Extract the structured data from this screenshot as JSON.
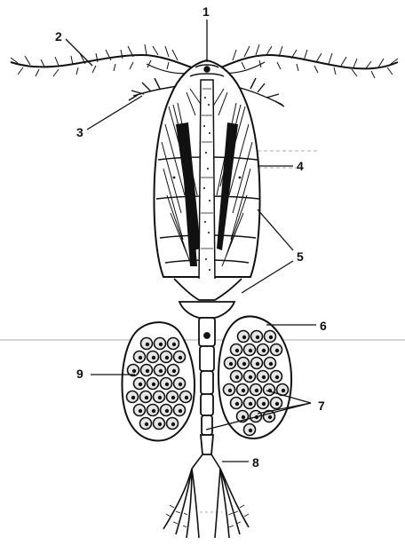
{
  "figure": {
    "labels": [
      {
        "id": "label-1",
        "text": "1"
      },
      {
        "id": "label-2",
        "text": "2"
      },
      {
        "id": "label-3",
        "text": "3"
      },
      {
        "id": "label-4",
        "text": "4"
      },
      {
        "id": "label-5",
        "text": "5"
      },
      {
        "id": "label-6",
        "text": "6"
      },
      {
        "id": "label-7",
        "text": "7"
      },
      {
        "id": "label-8",
        "text": "8"
      },
      {
        "id": "label-9",
        "text": "9"
      }
    ],
    "colors": {
      "ink": "#111111",
      "paper": "#ffffff",
      "egg": "#e6e6e6"
    }
  }
}
